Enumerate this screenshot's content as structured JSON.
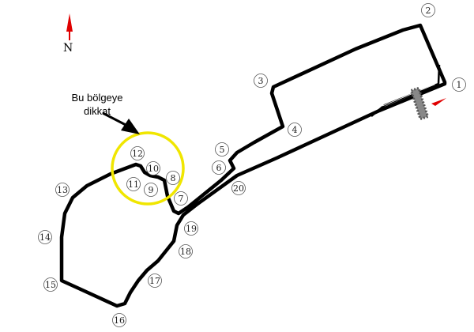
{
  "compass": {
    "label": "N",
    "arrow_color": "#e00000"
  },
  "annotation": {
    "line1": "Bu bölgeye",
    "line2": "dikkat",
    "highlight_color": "#f0e600"
  },
  "track": {
    "color": "#000000",
    "start_marker_color": "#e00000"
  },
  "corners": [
    "1",
    "2",
    "3",
    "4",
    "5",
    "6",
    "7",
    "8",
    "9",
    "10",
    "11",
    "12",
    "13",
    "14",
    "15",
    "16",
    "17",
    "18",
    "19",
    "20"
  ]
}
